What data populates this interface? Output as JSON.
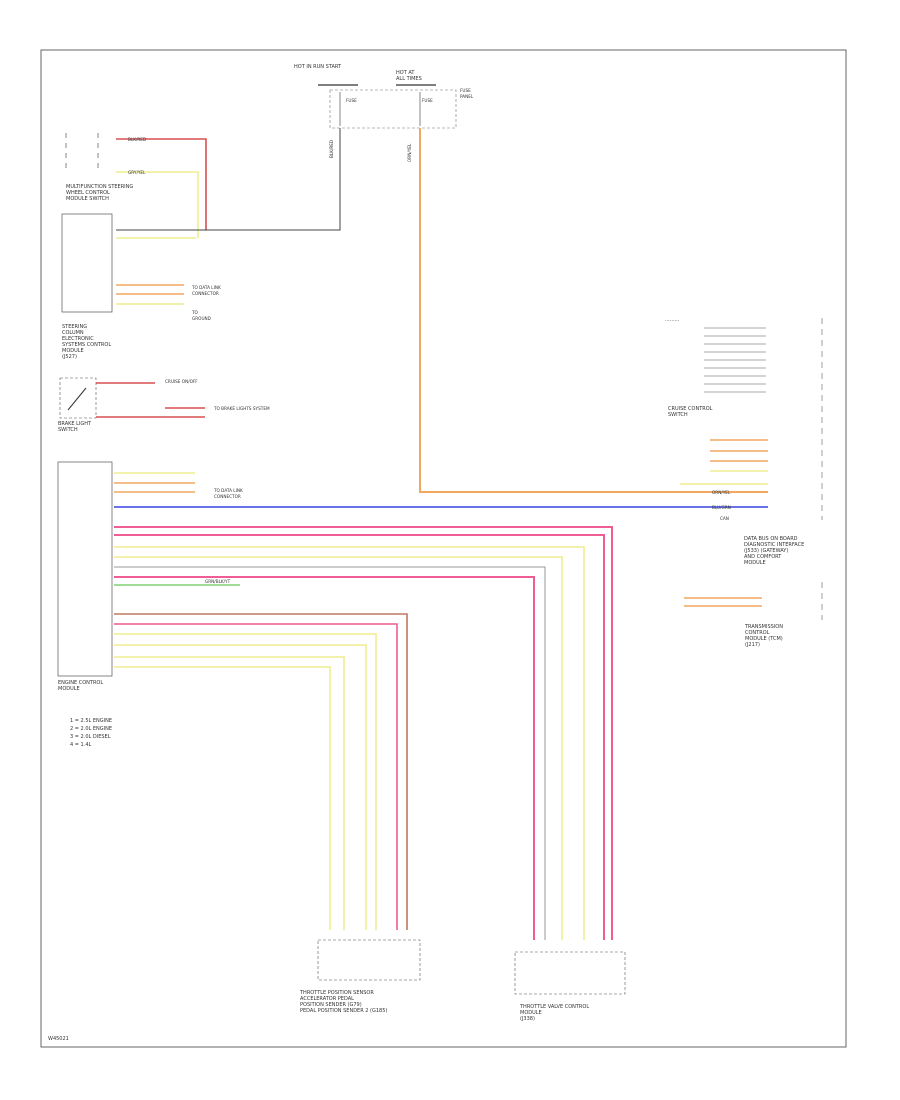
{
  "diagram_id": "W45021",
  "components": {
    "ignition_relay": [
      "HOT IN RUN START",
      "HOT AT",
      "ALL TIMES"
    ],
    "fuse_block_label": [
      "FUSE",
      "PANEL"
    ],
    "fuses": [
      "FUSE",
      "FUSE"
    ],
    "mfs_switch": [
      "MULTIFUNCTION STEERING",
      "WHEEL CONTROL",
      "MODULE SWITCH"
    ],
    "steering_column_module": [
      "STEERING",
      "COLUMN",
      "ELECTRONIC",
      "SYSTEMS CONTROL",
      "MODULE",
      "(J527)"
    ],
    "brake_switch": [
      "BRAKE LIGHT",
      "SWITCH"
    ],
    "ecm": [
      "ENGINE CONTROL",
      "MODULE"
    ],
    "cruise_switch": [
      "CRUISE CONTROL",
      "SWITCH"
    ],
    "gateway": [
      "DATA BUS ON BOARD",
      "DIAGNOSTIC INTERFACE",
      "(J533) (GATEWAY)",
      "AND COMFORT",
      "MODULE"
    ],
    "trans_module": [
      "TRANSMISSION",
      "CONTROL",
      "MODULE (TCM)",
      "(J217)"
    ],
    "pedal_sensor": [
      "THROTTLE POSITION SENSOR",
      "ACCELERATOR PEDAL",
      "POSITION SENDER (G79)",
      "PEDAL POSITION SENDER 2 (G185)"
    ],
    "throttle_module": [
      "THROTTLE VALVE CONTROL",
      "MODULE",
      "(J338)"
    ]
  },
  "legend": [
    "1 = 2.5L ENGINE",
    "2 = 2.0L ENGINE",
    "3 = 2.0L DIESEL",
    "4 = 1.4L"
  ],
  "annotations": {
    "cruise_note": "CRUISE ON/OFF",
    "brake_note": "TO BRAKE LIGHTS SYSTEM",
    "data_link_top": [
      "TO DATA LINK",
      "CONNECTOR"
    ],
    "data_link_mid": [
      "TO DATA LINK",
      "CONNECTOR"
    ],
    "ground_note": [
      "TO",
      "GROUND"
    ],
    "can_note": "CAN"
  },
  "wires": {
    "red": "#d85050",
    "yellow": "#eeee90",
    "orange": "#f2a860",
    "blue": "#6a72e8",
    "pink": "#f05c94",
    "green": "#80d070",
    "brown": "#c07860",
    "grey": "#9a9a9a",
    "black": "#444444"
  }
}
